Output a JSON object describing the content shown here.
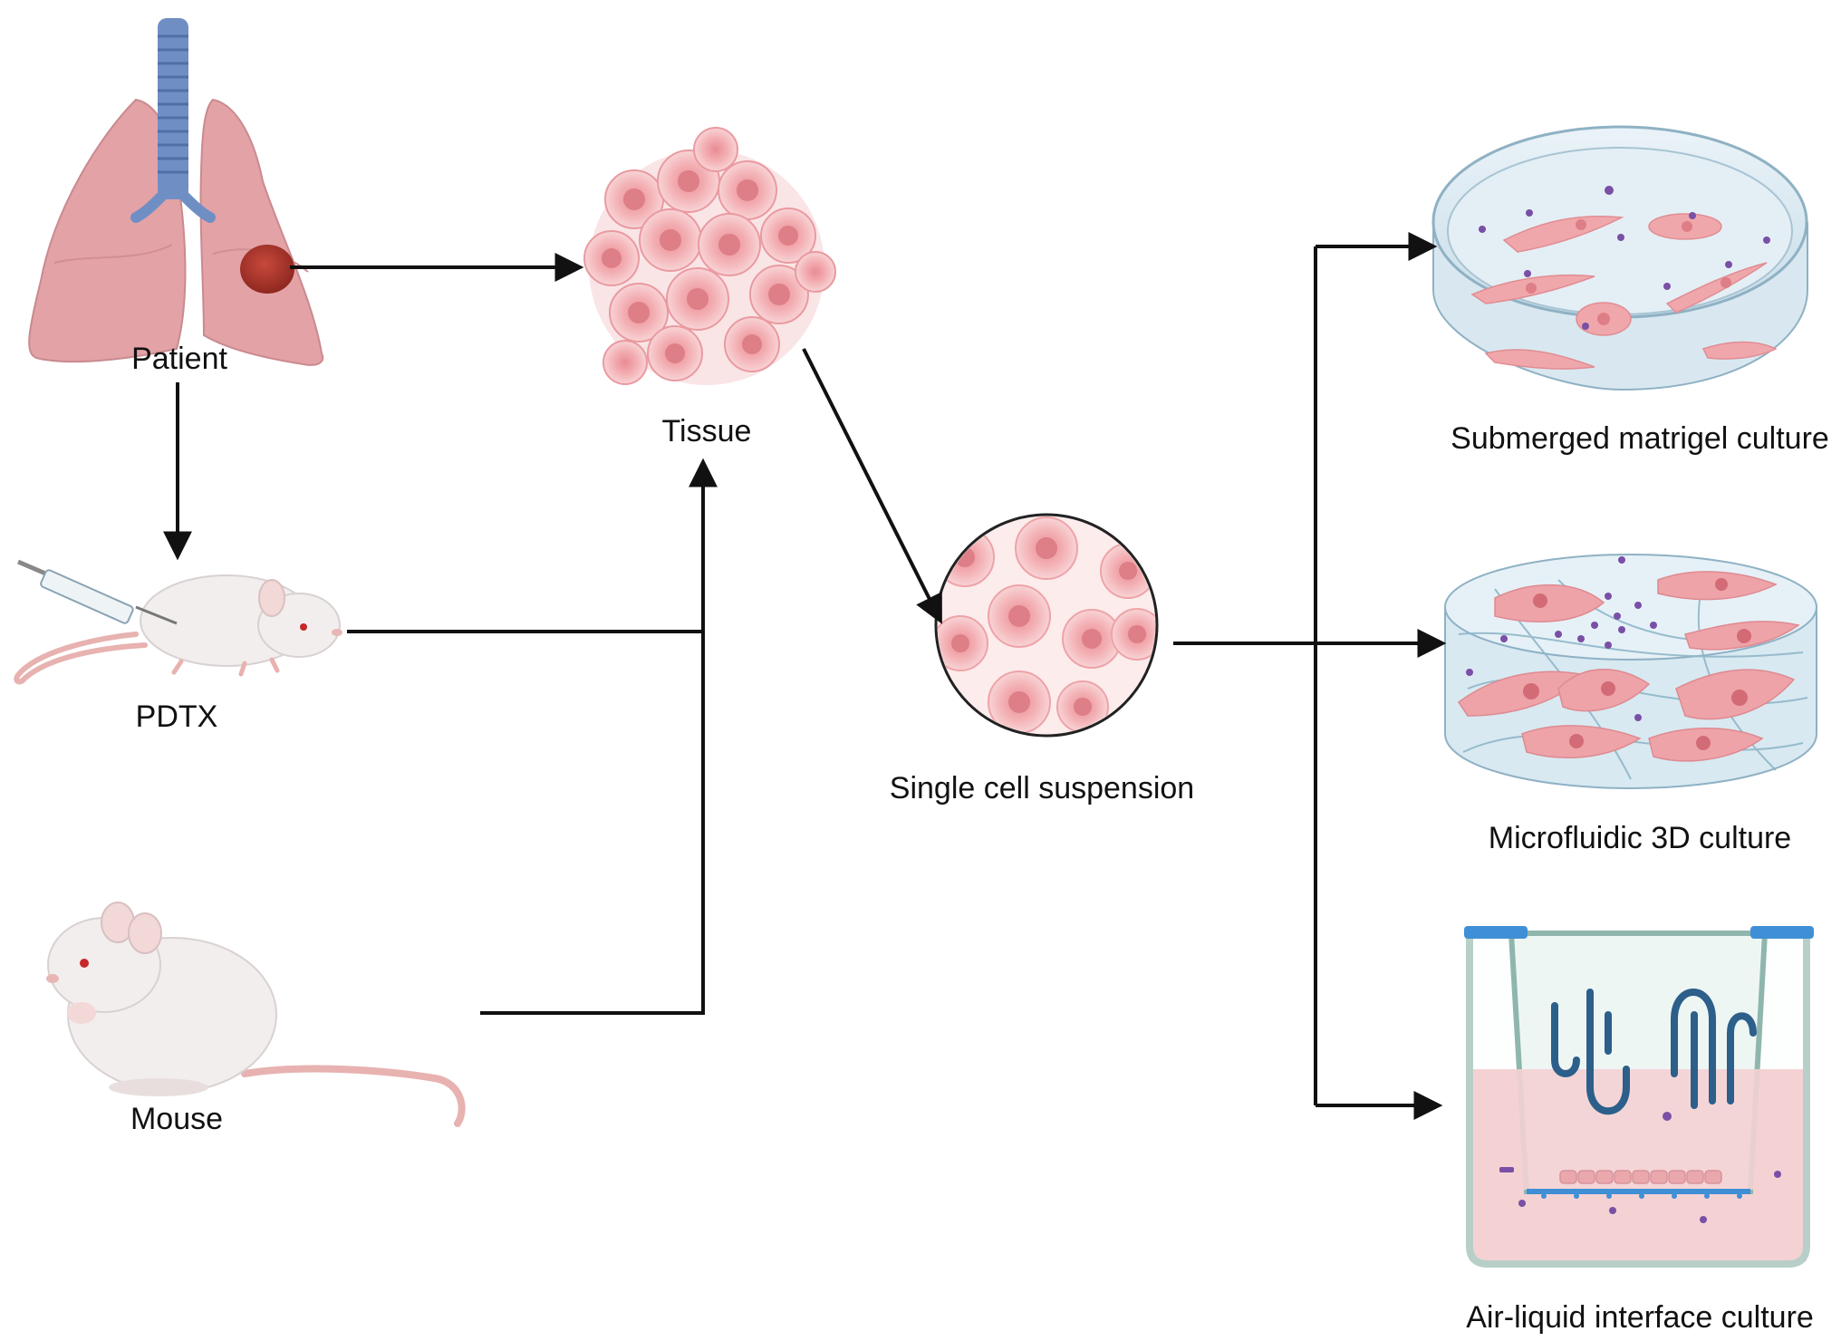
{
  "labels": {
    "patient": "Patient",
    "pdtx": "PDTX",
    "mouse": "Mouse",
    "tissue": "Tissue",
    "single_cell": "Single cell suspension",
    "submerged": "Submerged matrigel culture",
    "microfluidic": "Microfluidic 3D culture",
    "air_liquid": "Air-liquid interface culture"
  },
  "colors": {
    "lung": "#e3a2a6",
    "trachea": "#6f8fc4",
    "tumor": "#b2392e",
    "cell": "#f1a4a8",
    "cell_nucleus": "#de7e86",
    "mouse_body": "#f2eeee",
    "mouse_tail": "#e7b2b0",
    "dish_glass": "#cfe3ee",
    "particle": "#7a4fa6",
    "insert_blue": "#3f8fd6",
    "medium": "#f4d2d4",
    "arrow": "#111111"
  }
}
